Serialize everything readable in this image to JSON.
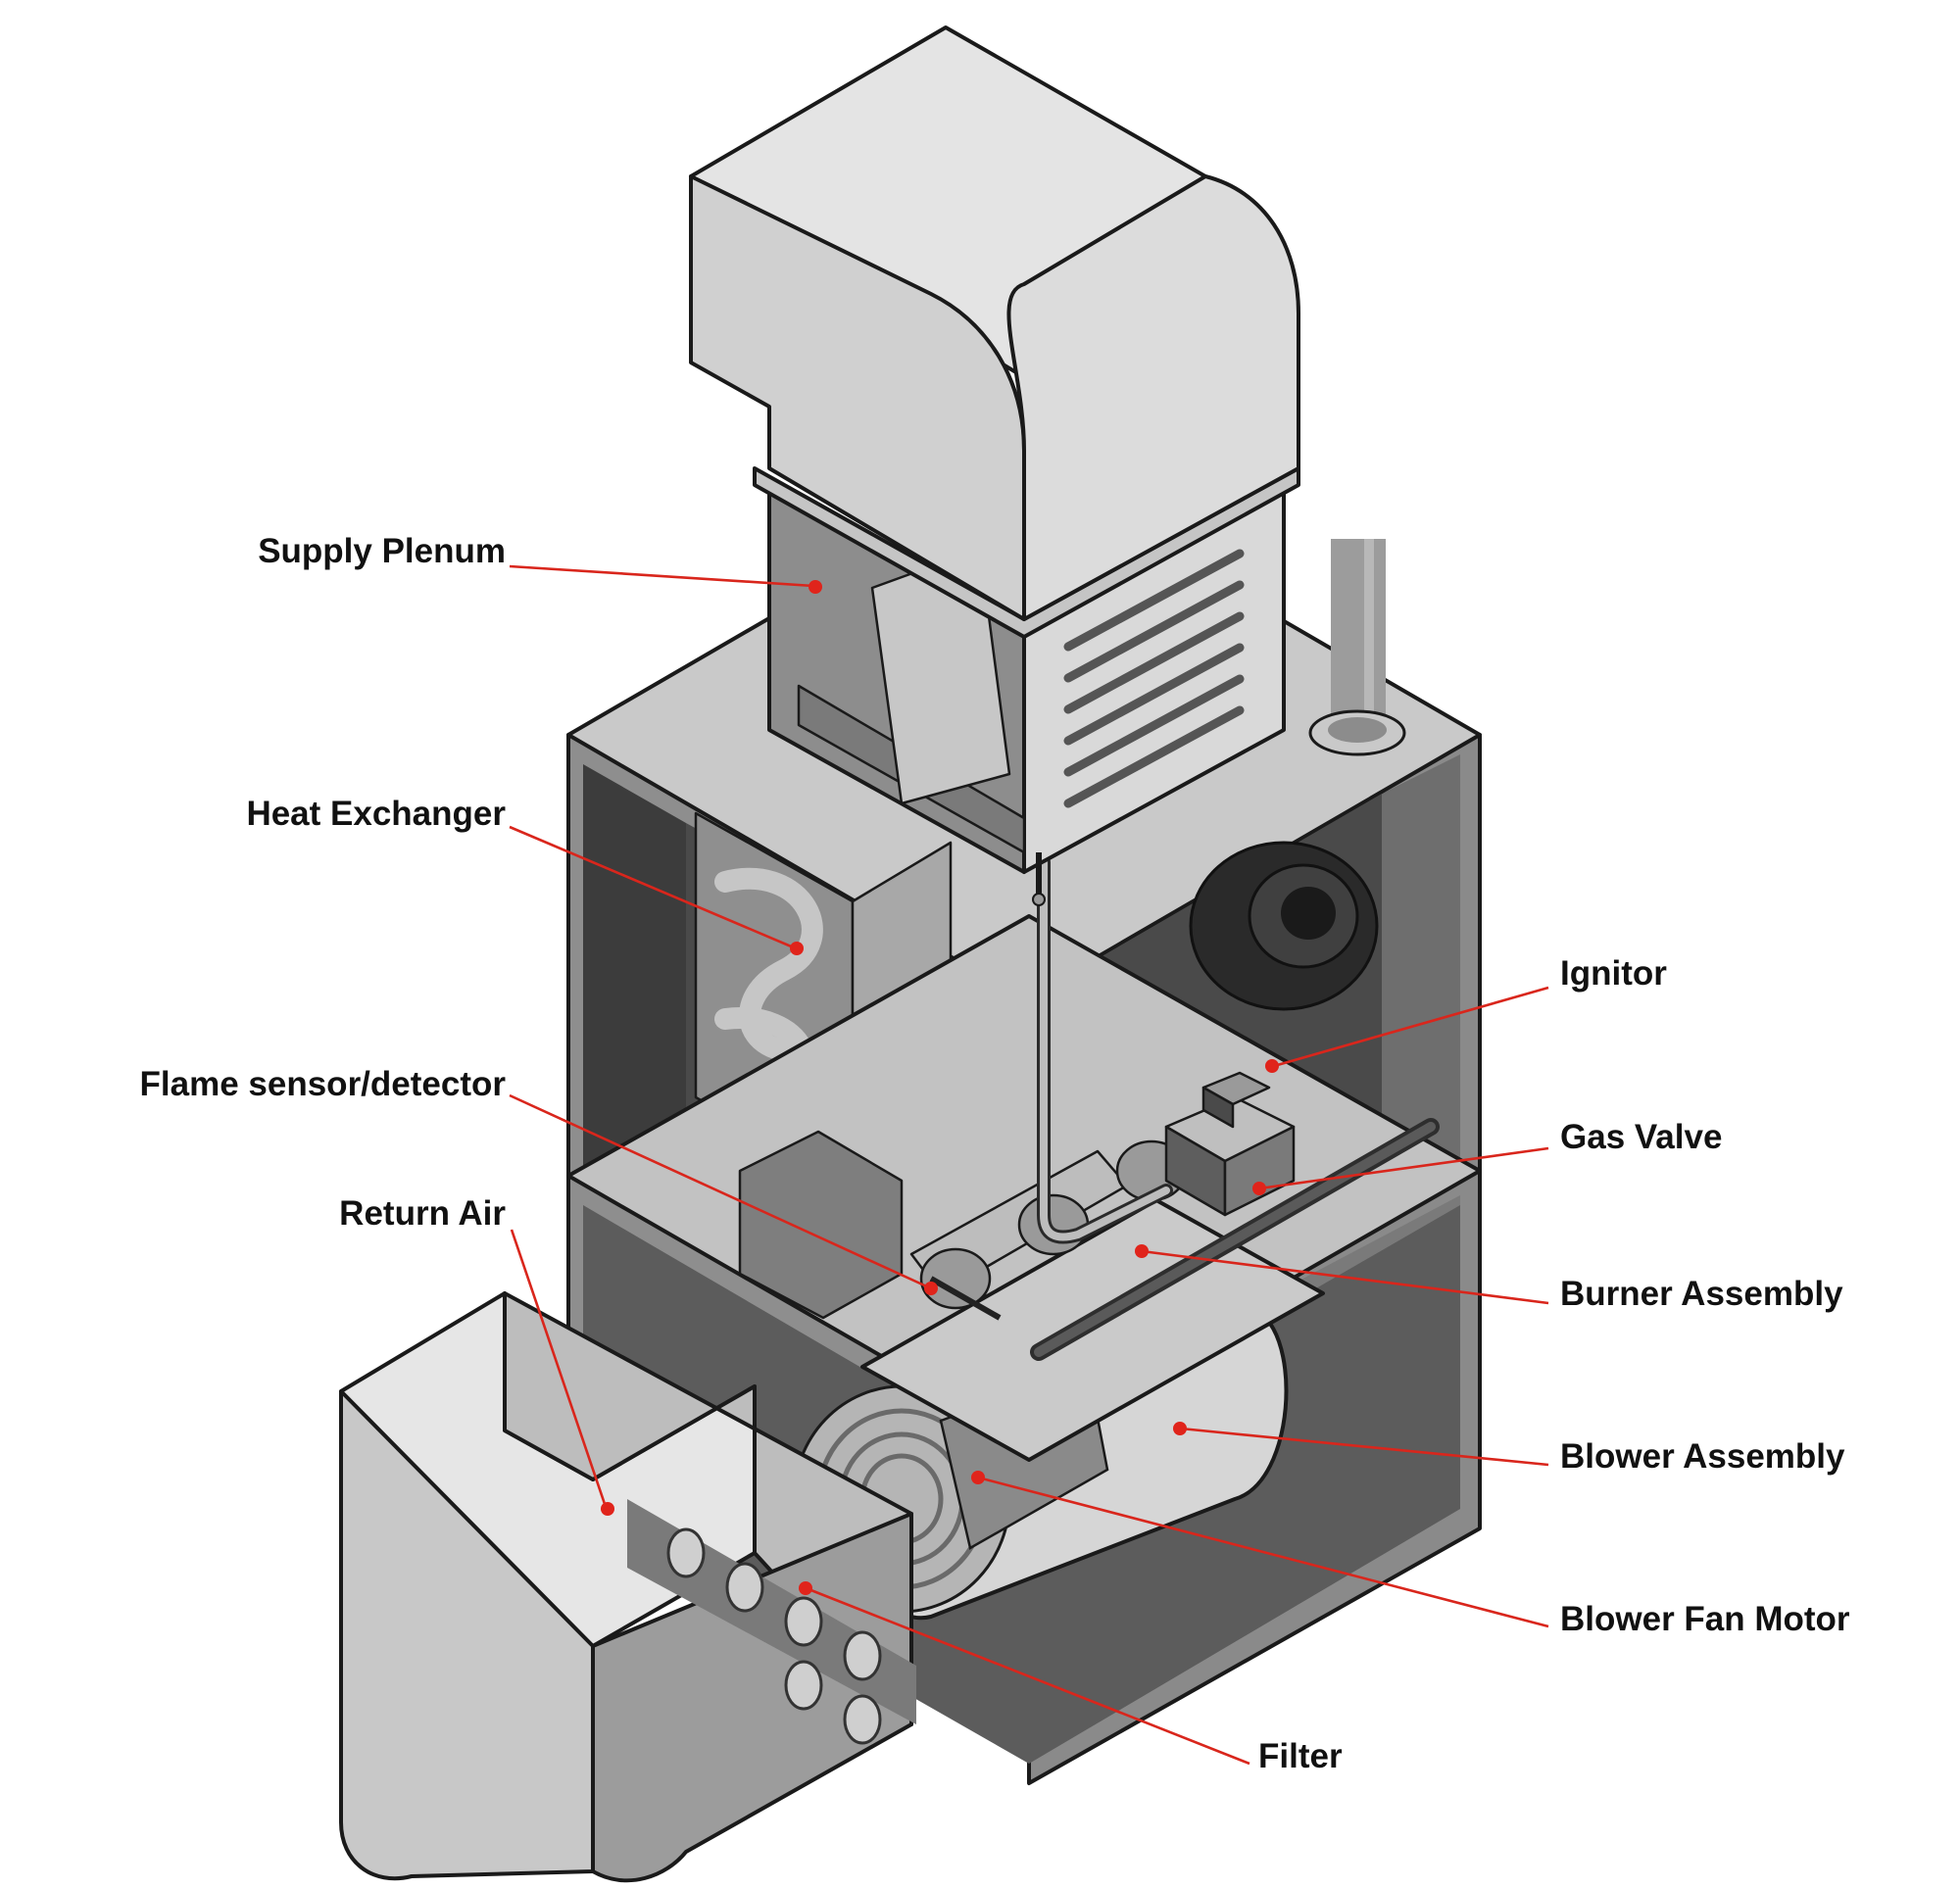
{
  "colors": {
    "leader": "#d9261c",
    "dot": "#e0241b",
    "label": "#111111",
    "panel_light": "#d4d4d4",
    "panel_mid": "#9a9a9a",
    "panel_dark": "#505050",
    "outline": "#1a1a1a"
  },
  "labels": [
    {
      "id": "supply-plenum",
      "text": "Supply Plenum",
      "side": "left"
    },
    {
      "id": "heat-exchanger",
      "text": "Heat Exchanger",
      "side": "left"
    },
    {
      "id": "flame-sensor",
      "text": "Flame sensor/detector",
      "side": "left"
    },
    {
      "id": "return-air",
      "text": "Return Air",
      "side": "left"
    },
    {
      "id": "ignitor",
      "text": "Ignitor",
      "side": "right"
    },
    {
      "id": "gas-valve",
      "text": "Gas Valve",
      "side": "right"
    },
    {
      "id": "burner-assembly",
      "text": "Burner Assembly",
      "side": "right"
    },
    {
      "id": "blower-assembly",
      "text": "Blower Assembly",
      "side": "right"
    },
    {
      "id": "blower-fan-motor",
      "text": "Blower Fan Motor",
      "side": "right"
    },
    {
      "id": "filter",
      "text": "Filter",
      "side": "right"
    }
  ]
}
